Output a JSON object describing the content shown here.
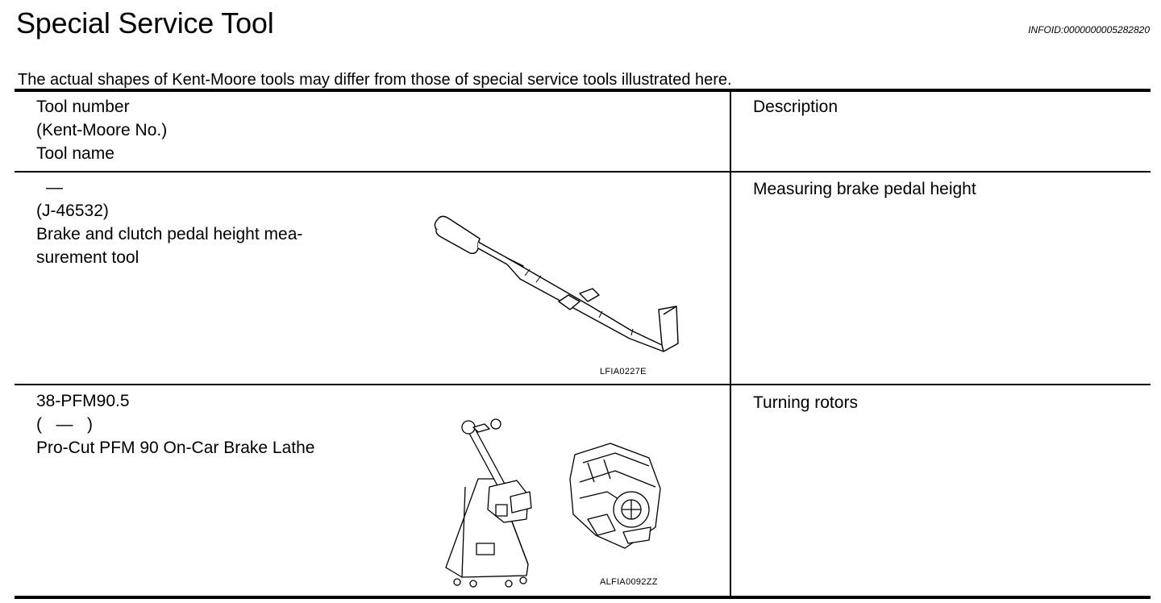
{
  "header": {
    "title": "Special Service Tool",
    "infoid": "INFOID:0000000005282820"
  },
  "note": "The actual shapes of Kent-Moore tools may differ from those of special service tools illustrated here.",
  "table": {
    "header": {
      "col1": [
        "Tool number",
        "(Kent-Moore No.)",
        "Tool name"
      ],
      "col2": "Description"
    },
    "rows": [
      {
        "tool_number": "—",
        "kent_moore": "(J-46532)",
        "tool_name_line1": "Brake and clutch pedal height mea-",
        "tool_name_line2": "surement tool",
        "figure_code": "LFIA0227E",
        "description": "Measuring brake pedal height"
      },
      {
        "tool_number": "38-PFM90.5",
        "kent_moore": "(   —   )",
        "tool_name_line1": "Pro-Cut PFM 90 On-Car Brake Lathe",
        "figure_code": "ALFIA0092ZZ",
        "description": "Turning rotors"
      }
    ]
  }
}
